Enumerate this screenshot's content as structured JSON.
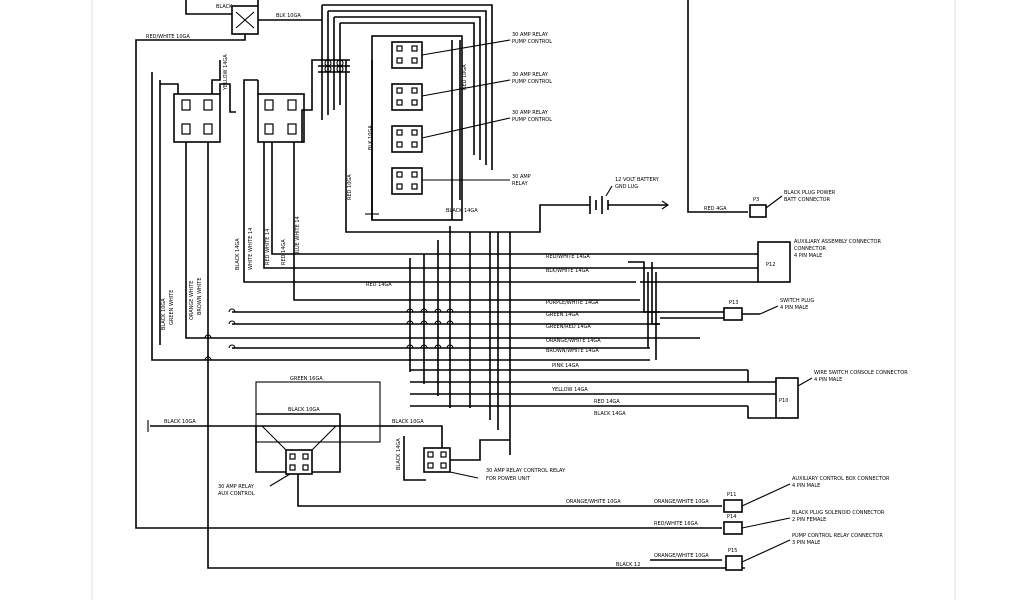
{
  "diagram": {
    "top_labels": {
      "black_top": "BLACK",
      "red_white_10ga": "RED/WHITE 10GA",
      "blk_10ga": "BLK 10GA",
      "red_10ga": "RED 10GA",
      "red_10ga_2": "RED 10GA",
      "blk_10ga_2": "BLK 10GA"
    },
    "relays": [
      {
        "id": "r1",
        "callout": "30 AMP RELAY",
        "sub": "PUMP CONTROL"
      },
      {
        "id": "r2",
        "callout": "30 AMP RELAY",
        "sub": "PUMP CONTROL"
      },
      {
        "id": "r3",
        "callout": "30 AMP RELAY",
        "sub": "PUMP CONTROL"
      },
      {
        "id": "r4",
        "callout": "30 AMP",
        "sub": "RELAY"
      }
    ],
    "battery": {
      "label": "12 VOLT BATTERY",
      "sub": "GND LUG"
    },
    "fuse_p3": {
      "id": "P3",
      "label": "BLACK PLUG POWER",
      "sub": "BATT CONNECTOR"
    },
    "red_4ga": "RED 4GA",
    "harness_left_labels": [
      "BLACK 10GA",
      "GREEN WHITE",
      "ORANGE WHITE",
      "BROWN WHITE",
      "YELLOW 14GA"
    ],
    "harness_mid_labels": [
      "BLACK 14GA",
      "WHITE WHITE 14",
      "RED WHITE 14",
      "RED 14GA",
      "BLUE WHITE 14"
    ],
    "bus_labels": [
      "RED/WHITE 14GA",
      "BLK/WHITE 14GA",
      "RED 14GA",
      "PURPLE/WHITE 14GA",
      "GREEN 14GA",
      "GREEN/RED 14GA",
      "ORANGE/WHITE 14GA",
      "BROWN/WHITE 14GA",
      "PINK 14GA",
      "YELLOW 14GA",
      "RED 14GA",
      "BLACK 14GA"
    ],
    "p12": {
      "id": "P12",
      "label": "AUXILIARY ASSEMBLY CONNECTOR",
      "sub1": "CONNECTOR",
      "sub2": "4 PIN MALE"
    },
    "p13": {
      "id": "P13",
      "label": "SWITCH PLUG",
      "sub": "4 PIN MALE"
    },
    "p10": {
      "id": "P10",
      "label": "WIRE SWITCH CONSOLE CONNECTOR",
      "sub": "4 PIN MALE"
    },
    "p11": {
      "id": "P11",
      "label": "AUXILIARY CONTROL BOX CONNECTOR",
      "sub": "4 PIN MALE"
    },
    "p14": {
      "id": "P14",
      "label": "BLACK PLUG SOLENOID CONNECTOR",
      "sub": "2 PIN FEMALE"
    },
    "p15": {
      "id": "P15",
      "label": "PUMP CONTROL RELAY CONNECTOR",
      "sub": "3 PIN MALE"
    },
    "lower_labels": {
      "green": "GREEN 16GA",
      "black_10ga": "BLACK 10GA",
      "black_10ga_b": "BLACK 10GA",
      "black_14": "BLACK 14GA",
      "black_left": "BLACK 10GA",
      "relay_a": "30 AMP RELAY",
      "relay_a_sub": "AUX CONTROL",
      "relay_b": "30 AMP RELAY CONTROL RELAY",
      "relay_b_sub": "FOR POWER UNIT",
      "orange_white": "ORANGE/WHITE 10GA",
      "orange_white_b": "ORANGE/WHITE 10GA",
      "red_white": "RED/WHITE 16GA",
      "orange_white_c": "ORANGE/WHITE 10GA",
      "black_bottom": "BLACK 12"
    }
  }
}
